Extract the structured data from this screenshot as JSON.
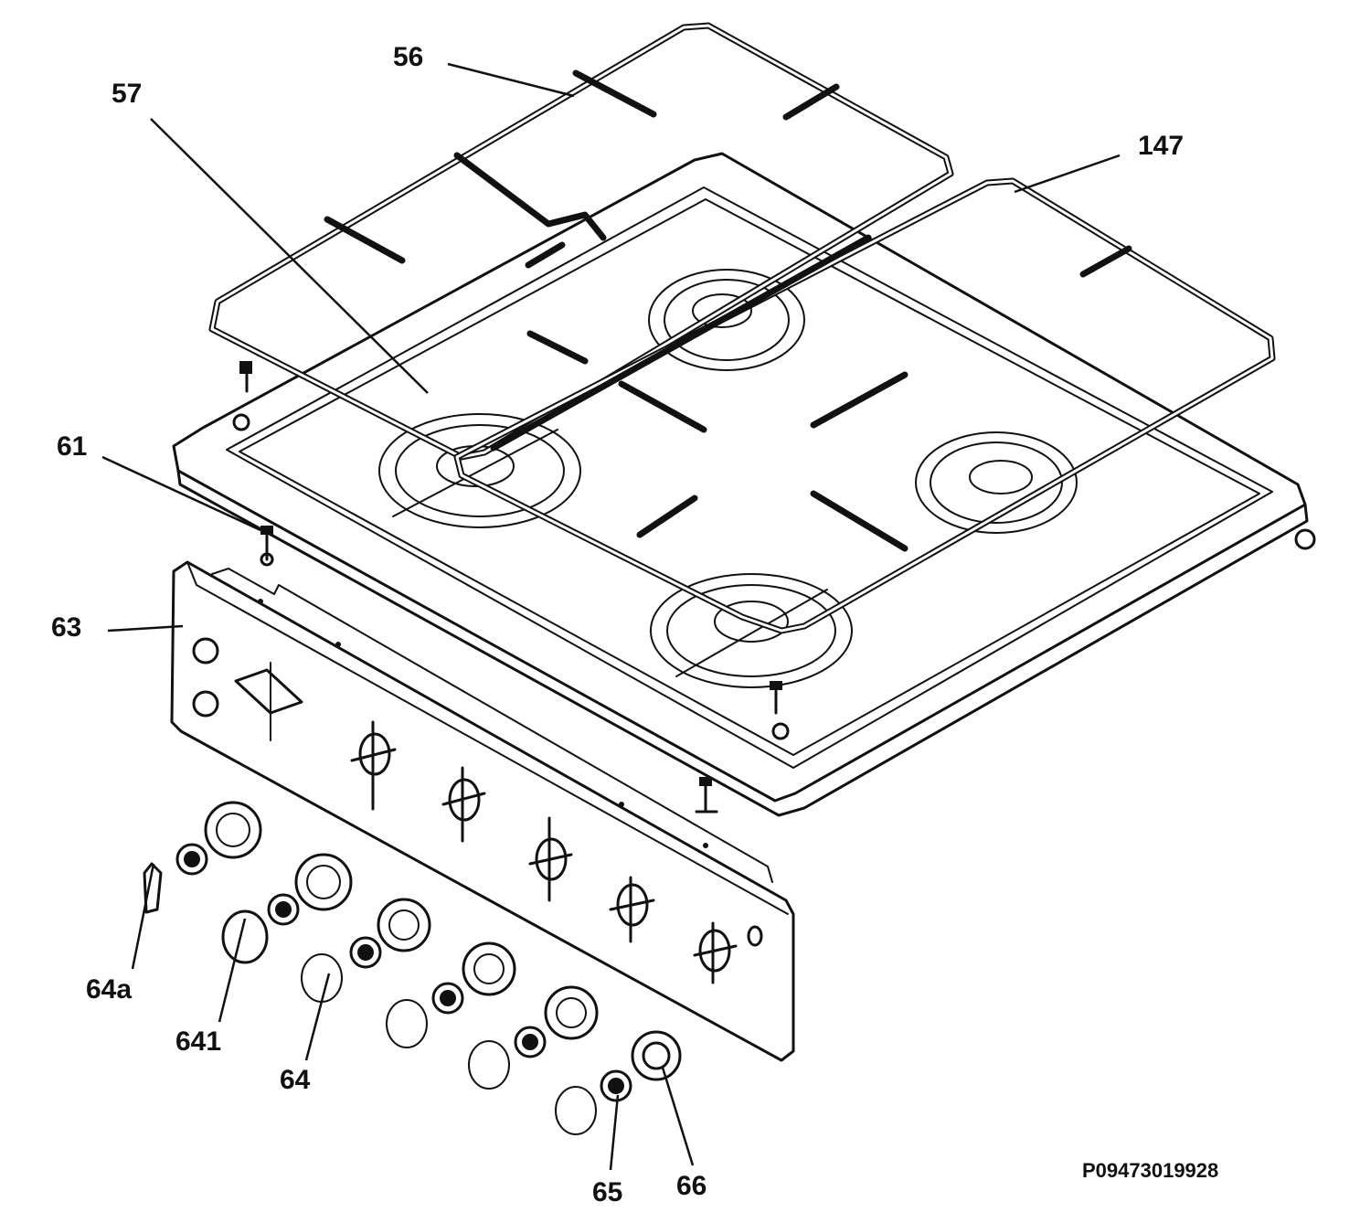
{
  "labels": {
    "l56": "56",
    "l57": "57",
    "l147": "147",
    "l61": "61",
    "l63": "63",
    "l64a": "64a",
    "l641": "641",
    "l64": "64",
    "l65": "65",
    "l66": "66"
  },
  "drawing_ref": "P09473019928"
}
